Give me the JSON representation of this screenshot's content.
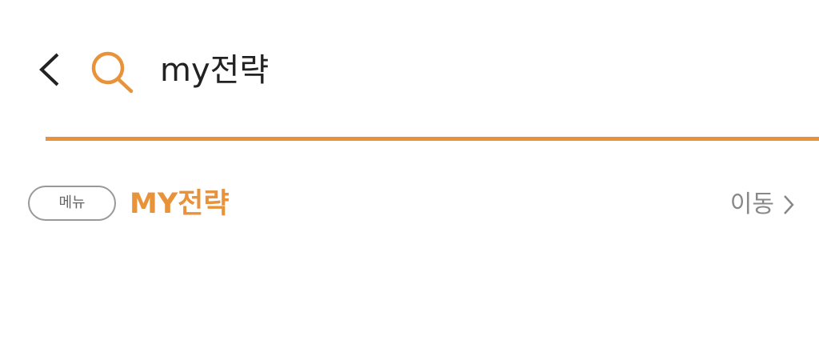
{
  "search": {
    "query": "my전략"
  },
  "result": {
    "badge": "메뉴",
    "title": "MY전략",
    "action": "이동"
  },
  "colors": {
    "accent": "#e8923a"
  }
}
